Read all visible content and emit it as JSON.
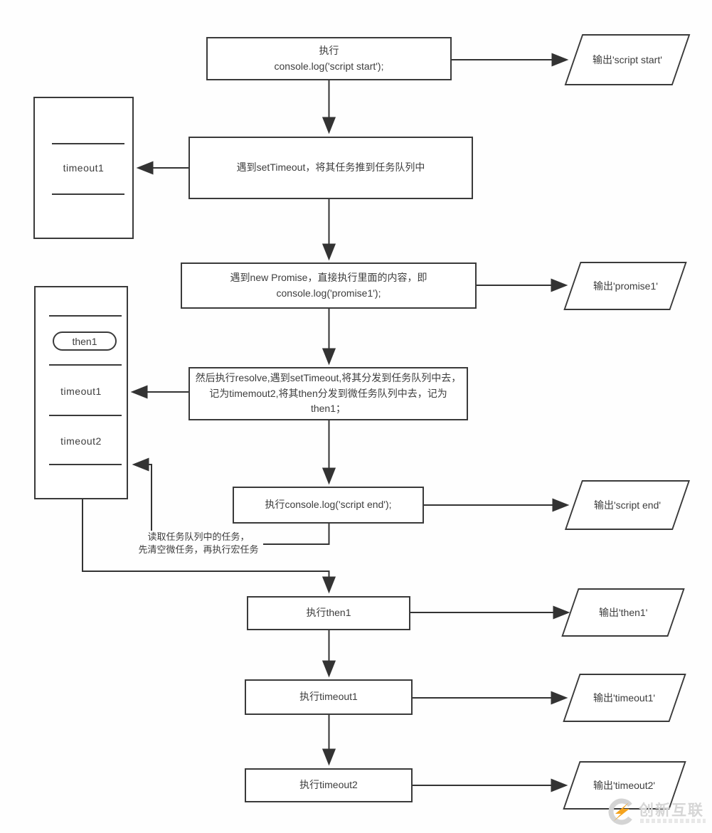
{
  "canvas": {
    "bg": "#fefefe",
    "line_color": "#333333",
    "text_color": "#3d3d3d"
  },
  "nodes": {
    "exec_script_start": {
      "line1": "执行",
      "line2": "console.log('script start');"
    },
    "meet_settimeout": {
      "label": "遇到setTimeout，将其任务推到任务队列中"
    },
    "meet_promise": {
      "line1": "遇到new Promise，直接执行里面的内容，即",
      "line2": "console.log('promise1');"
    },
    "exec_resolve": {
      "label": "然后执行resolve,遇到setTimeout,将其分发到任务队列中去，记为timemout2,将其then分发到微任务队列中去，记为then1；"
    },
    "exec_script_end": {
      "label": "执行console.log('script end');"
    },
    "exec_then1": {
      "label": "执行then1"
    },
    "exec_timeout1": {
      "label": "执行timeout1"
    },
    "exec_timeout2": {
      "label": "执行timeout2"
    }
  },
  "outputs": {
    "script_start": "输出'script start'",
    "promise1": "输出'promise1'",
    "script_end": "输出'script end'",
    "then1": "输出'then1'",
    "timeout1": "输出'timeout1'",
    "timeout2": "输出'timeout2'"
  },
  "task_queue_1": {
    "items": [
      "timeout1"
    ]
  },
  "task_queue_2": {
    "microtask": "then1",
    "items": [
      "timeout1",
      "timeout2"
    ]
  },
  "annotation": {
    "line1": "读取任务队列中的任务，",
    "line2": "先清空微任务，再执行宏任务"
  },
  "watermark": {
    "brand": "创新互联",
    "accent": "#f5a31d"
  }
}
